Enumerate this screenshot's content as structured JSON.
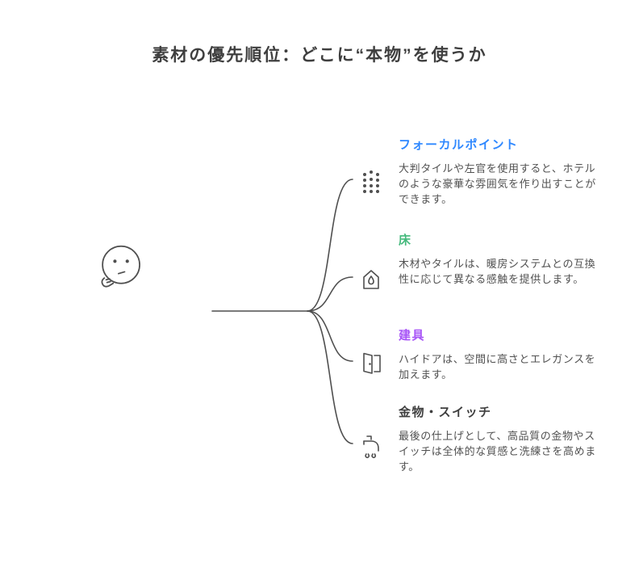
{
  "title": "素材の優先順位：どこに“本物”を使うか",
  "colors": {
    "title": "#3f3f3f",
    "line": "#4f4f4f",
    "body_text": "#515151"
  },
  "thinker_icon": "thinking-face-icon",
  "items": [
    {
      "heading": "フォーカルポイント",
      "color": "#2f88ff",
      "icon": "tile-dots-icon",
      "body": "大判タイルや左官を使用すると、ホテルのような豪華な雰囲気を作り出すことができます。"
    },
    {
      "heading": "床",
      "color": "#45b97c",
      "icon": "floor-heating-icon",
      "body": "木材やタイルは、暖房システムとの互換性に応じて異なる感触を提供します。"
    },
    {
      "heading": "建具",
      "color": "#a855f7",
      "icon": "door-icon",
      "body": "ハイドアは、空間に高さとエレガンスを加えます。"
    },
    {
      "heading": "金物・スイッチ",
      "color": "#3f3f3f",
      "icon": "faucet-icon",
      "body": "最後の仕上げとして、高品質の金物やスイッチは全体的な質感と洗練さを高めます。"
    }
  ]
}
